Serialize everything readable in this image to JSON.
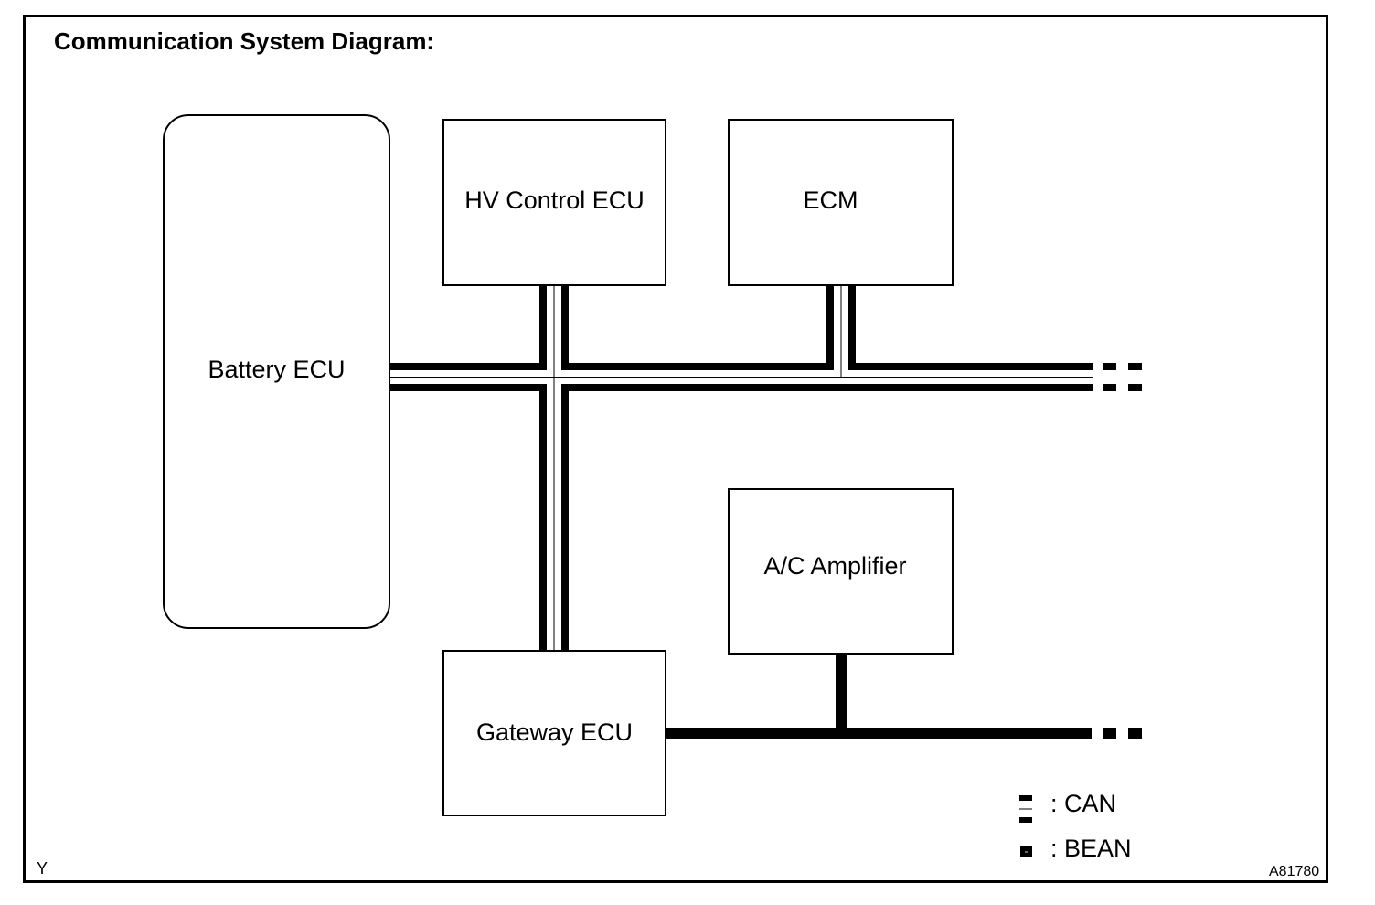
{
  "title": "Communication System Diagram:",
  "nodes": {
    "battery_ecu": "Battery ECU",
    "hv_control_ecu": "HV Control ECU",
    "ecm": "ECM",
    "ac_amplifier": "A/C Amplifier",
    "gateway_ecu": "Gateway ECU"
  },
  "legend": {
    "can": ": CAN",
    "bean": ": BEAN"
  },
  "corner_left": "Y",
  "figure_id": "A81780"
}
